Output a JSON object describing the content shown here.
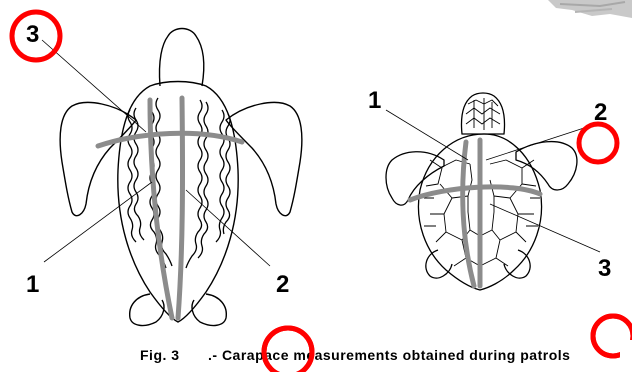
{
  "figure": {
    "left_labels": {
      "n1": "1",
      "n2": "2",
      "n3": "3"
    },
    "right_labels": {
      "n1": "1",
      "n2": "2",
      "n3": "3"
    },
    "caption": {
      "fig": "Fig. 3",
      "text": ".- Carapace measurements obtained during patrols"
    }
  },
  "colors": {
    "measure_line": "#8c8c8c",
    "annotation_circle": "#ff0000",
    "outline": "#000000"
  }
}
